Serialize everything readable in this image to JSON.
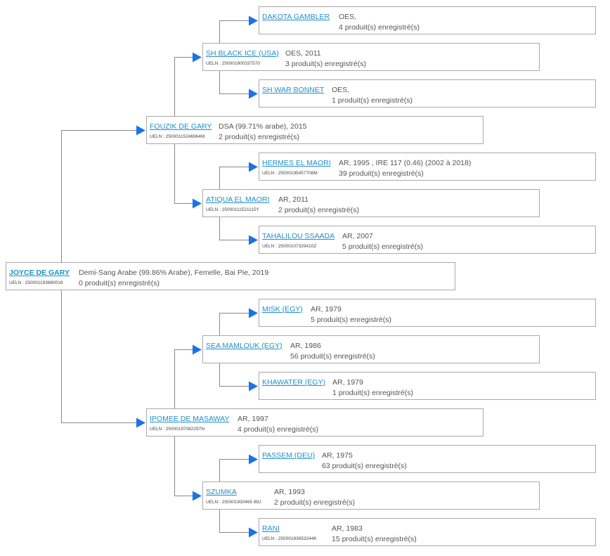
{
  "colors": {
    "link": "#1f8fc9",
    "connector": "#888888",
    "arrow": "#1a73e8",
    "border": "#a9a9a9"
  },
  "horses": {
    "joyce": {
      "name": "JOYCE DE GARY",
      "ueln": "UELN : 250001193880018",
      "info": "Demi-Sang Arabe (99.86% Arabe), Femelle, Bai Pie, 2019",
      "produits": "0 produit(s) enregistré(s)"
    },
    "fouzik": {
      "name": "FOUZIK DE GARY",
      "ueln": "UELN : 25000115246964M",
      "info": "DSA (99.71% arabe), 2015",
      "produits": "2 produit(s) enregistré(s)"
    },
    "sh_black_ice": {
      "name": "SH BLACK ICE (USA)",
      "ueln": "UELN : 250001600337570",
      "info": "OES, 2011",
      "produits": "3 produit(s) enregistré(s)"
    },
    "dakota_gambler": {
      "name": "DAKOTA GAMBLER",
      "ueln": "",
      "info": "OES,",
      "produits": "4 produit(s) enregistré(s)"
    },
    "sh_war_bonnet": {
      "name": "SH WAR BONNET",
      "ueln": "",
      "info": "OES,",
      "produits": "1 produit(s) enregistré(s)"
    },
    "atiqua": {
      "name": "ATIQUA EL MAORI",
      "ueln": "UELN : 25000111521115Y",
      "info": "AR, 2011",
      "produits": "2 produit(s) enregistré(s)"
    },
    "hermes": {
      "name": "HERMES EL MAORI",
      "ueln": "UELN : 25000195457708M",
      "info": "AR, 1995 , IRE 117 (0.46) (2002 à 2018)",
      "produits": "39 produit(s) enregistré(s)"
    },
    "tahalilou": {
      "name": "TAHALILOU SSAADA",
      "ueln": "UELN : 25000107329410Z",
      "info": "AR, 2007",
      "produits": "5 produit(s) enregistré(s)"
    },
    "ipomee": {
      "name": "IPOMEE DE MASAWAY",
      "ueln": "UELN : 25000197082297N",
      "info": "AR, 1997",
      "produits": "4 produit(s) enregistré(s)"
    },
    "sea_mamlouk": {
      "name": "SEA MAMLOUK (EGY)",
      "ueln": "",
      "info": "AR, 1986",
      "produits": "56 produit(s) enregistré(s)"
    },
    "misk": {
      "name": "MISK (EGY)",
      "ueln": "",
      "info": "AR, 1979",
      "produits": "5 produit(s) enregistré(s)"
    },
    "khawater": {
      "name": "KHAWATER (EGY)",
      "ueln": "",
      "info": "AR, 1979",
      "produits": "1 produit(s) enregistré(s)"
    },
    "szumka": {
      "name": "SZUMKA",
      "ueln": "UELN : 250001930465 89J",
      "info": "AR, 1993",
      "produits": "2 produit(s) enregistré(s)"
    },
    "passem": {
      "name": "PASSEM (DEU)",
      "ueln": "",
      "info": "AR, 1975",
      "produits": "63 produit(s) enregistré(s)"
    },
    "rani": {
      "name": "RANI",
      "ueln": "UELN : 25000183653244K",
      "info": "AR, 1983",
      "produits": "15 produit(s) enregistré(s)"
    }
  }
}
